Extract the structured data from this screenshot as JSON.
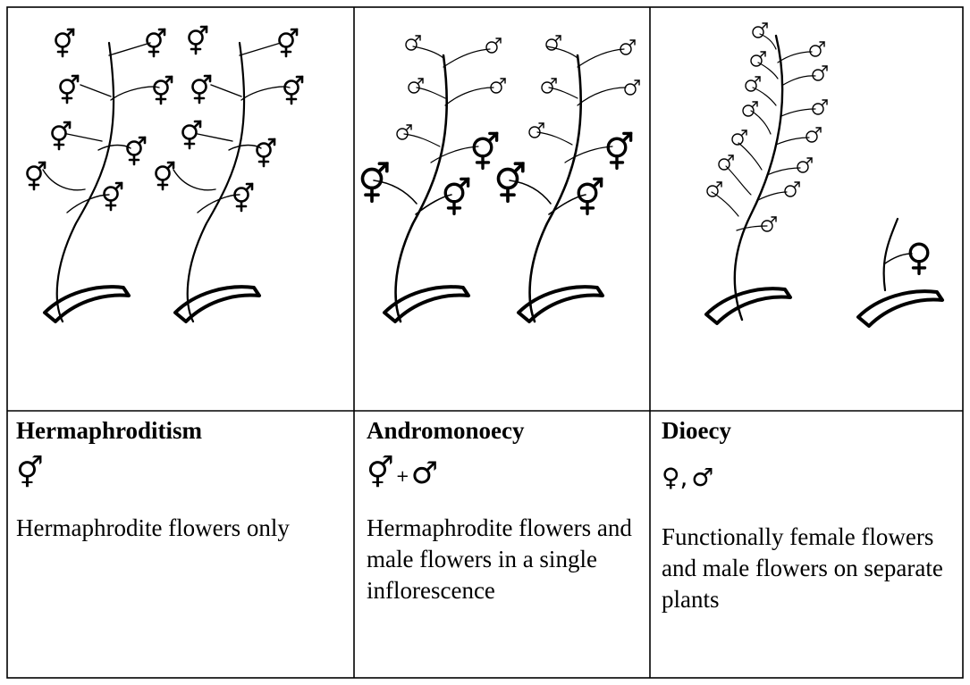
{
  "columns": [
    {
      "title": "Hermaphroditism",
      "symbol_parts": [
        "⚥"
      ],
      "separator": "",
      "description": "Hermaphrodite flowers only"
    },
    {
      "title": "Andromonoecy",
      "symbol_parts": [
        "⚥",
        "♂"
      ],
      "separator": "+",
      "description": "Hermaphrodite flowers and male flowers in a single inflorescence"
    },
    {
      "title": "Dioecy",
      "symbol_parts": [
        "♀",
        "♂"
      ],
      "separator": ",",
      "description": "Functionally female flowers and male flowers on separate plants"
    }
  ],
  "diagram_symbols": {
    "hermaphrodite": "⚥",
    "male": "♂",
    "female": "♀"
  },
  "colors": {
    "line": "#000000",
    "background": "#ffffff"
  }
}
